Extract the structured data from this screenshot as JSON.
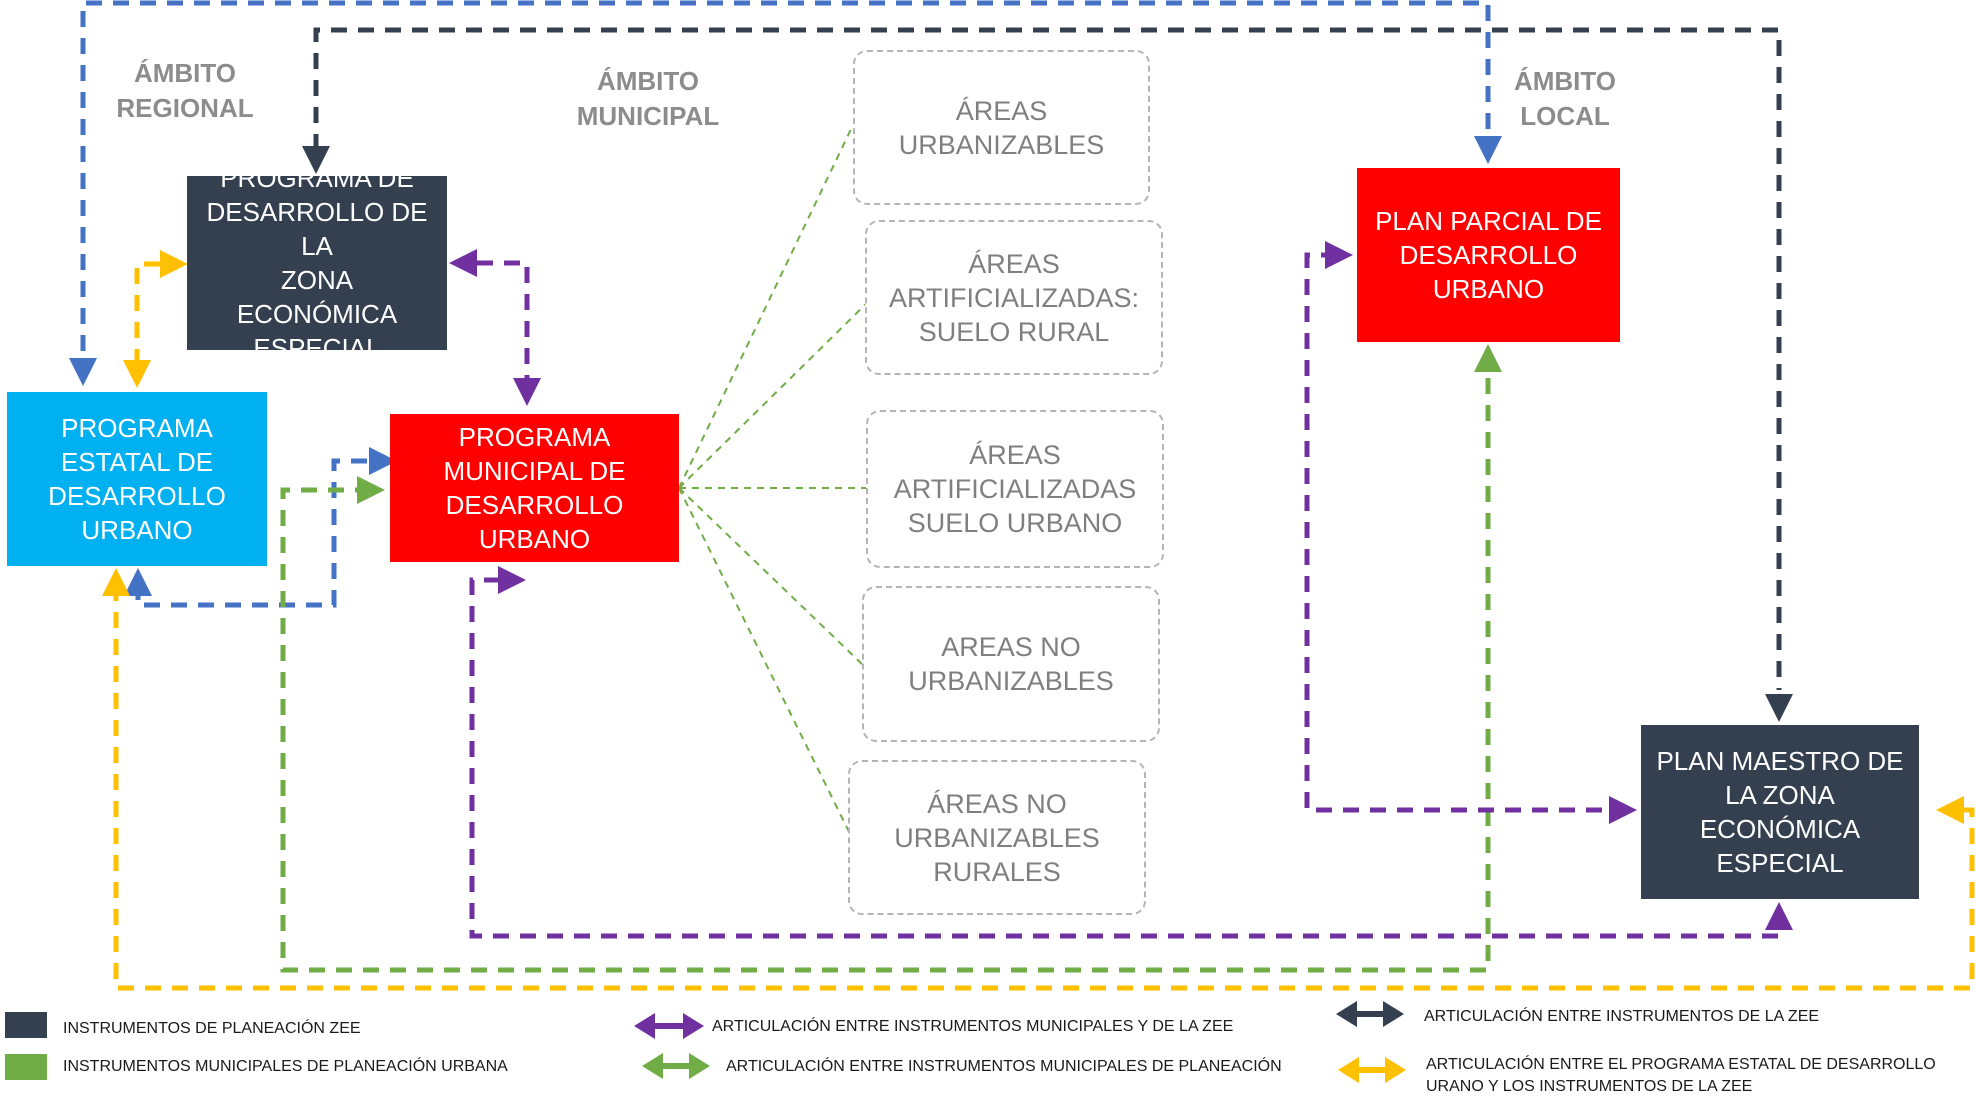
{
  "colors": {
    "zee_dark": "#343f4f",
    "municipal_red": "#fe0000",
    "estatal_cyan": "#00b0f0",
    "municipal_green": "#70ad47",
    "articulation_purple": "#7030a0",
    "estatal_blue": "#4472c4",
    "estatal_yellow": "#ffc000",
    "area_text_gray": "#7f7f7f",
    "zone_label_gray": "#8c8c8c"
  },
  "zones": {
    "regional": "ÁMBITO\nREGIONAL",
    "municipal": "ÁMBITO\nMUNICIPAL",
    "local": "ÁMBITO\nLOCAL"
  },
  "boxes": {
    "programa_zee": "PROGRAMA DE\nDESARROLLO DE LA\nZONA ECONÓMICA\nESPECIAL",
    "programa_estatal": "PROGRAMA\nESTATAL DE\nDESARROLLO\nURBANO",
    "programa_municipal": "PROGRAMA\nMUNICIPAL DE\nDESARROLLO\nURBANO",
    "plan_parcial": "PLAN PARCIAL DE\nDESARROLLO\nURBANO",
    "plan_maestro": "PLAN MAESTRO DE\nLA ZONA\nECONÓMICA\nESPECIAL"
  },
  "areas": [
    "ÁREAS URBANIZABLES",
    "ÁREAS\nARTIFICIALIZADAS:\nSUELO RURAL",
    "ÁREAS\nARTIFICIALIZADAS\nSUELO URBANO",
    "AREAS NO\nURBANIZABLES",
    "ÁREAS NO\nURBANIZABLES\nRURALES"
  ],
  "legend": {
    "zee_instruments": "INSTRUMENTOS DE PLANEACIÓN ZEE",
    "municipal_instruments": "INSTRUMENTOS MUNICIPALES DE PLANEACIÓN URBANA",
    "purple_articulation": "ARTICULACIÓN ENTRE INSTRUMENTOS MUNICIPALES Y DE LA ZEE",
    "green_articulation": "ARTICULACIÓN ENTRE INSTRUMENTOS MUNICIPALES DE PLANEACIÓN",
    "dark_articulation": "ARTICULACIÓN ENTRE INSTRUMENTOS DE LA ZEE",
    "yellow_articulation": "ARTICULACIÓN ENTRE EL PROGRAMA ESTATAL DE DESARROLLO\nURANO Y LOS INSTRUMENTOS DE LA ZEE"
  }
}
